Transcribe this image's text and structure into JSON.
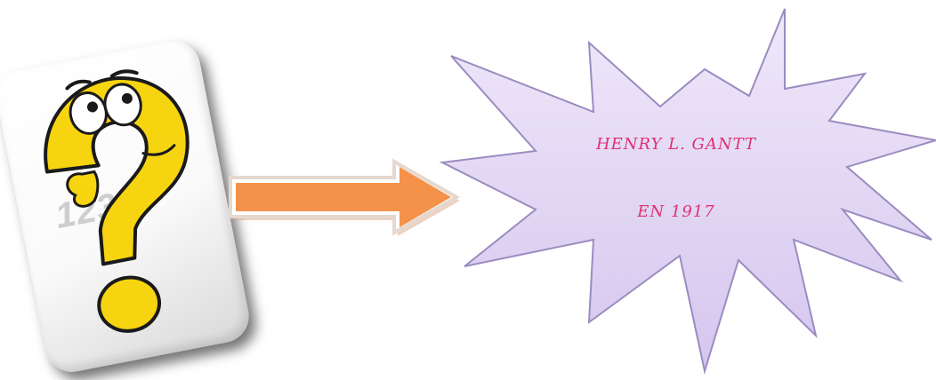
{
  "image": {
    "watermark": "123RF",
    "burst_line_1": "HENRY L. GANTT",
    "burst_line_2": "EN 1917"
  },
  "colors": {
    "question_mark": "#f7d410",
    "arrow": "#f4924a",
    "burst_fill": "#e2d7f3",
    "text": "#e03070"
  }
}
